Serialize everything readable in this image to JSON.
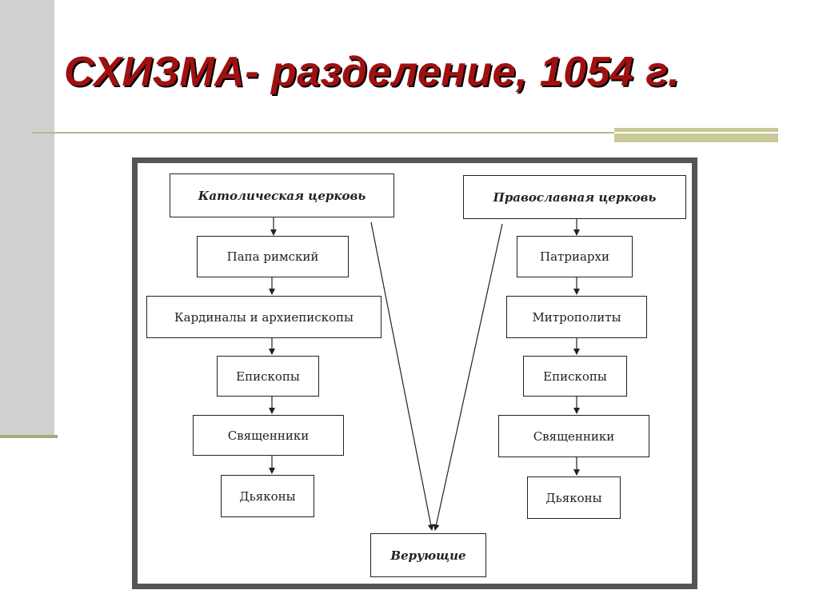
{
  "slide": {
    "title": "СХИЗМА- разделение, 1054 г."
  },
  "diagram": {
    "catholic": {
      "head": "Католическая церковь",
      "levels": [
        "Папа римский",
        "Кардиналы и архиепископы",
        "Епископы",
        "Священники",
        "Дьяконы"
      ]
    },
    "orthodox": {
      "head": "Православная церковь",
      "levels": [
        "Патриархи",
        "Митрополиты",
        "Епископы",
        "Священники",
        "Дьяконы"
      ]
    },
    "believers": "Верующие"
  },
  "colors": {
    "title_text": "#a01010",
    "title_shadow": "#000000",
    "frame_border": "#555555",
    "side_bar": "#d0d0d0",
    "accent_olive": "#b8b88f"
  }
}
